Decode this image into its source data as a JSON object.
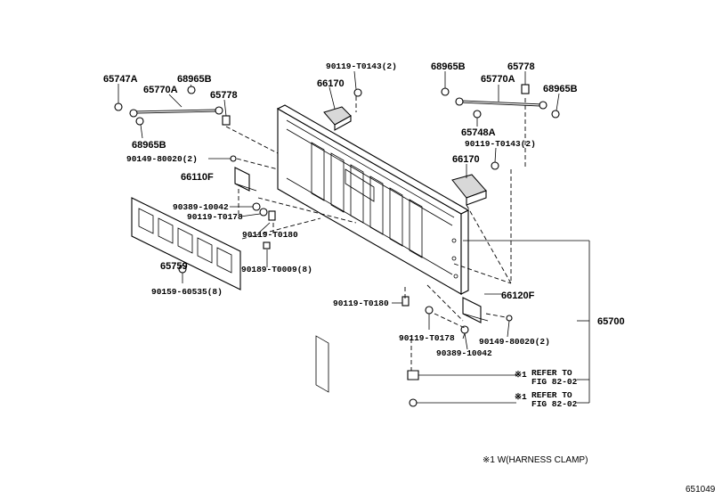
{
  "labels": {
    "p65747A": "65747A",
    "p65770A_l": "65770A",
    "p68965B_l1": "68965B",
    "p65778_l": "65778",
    "p68965B_l2": "68965B",
    "p90149_l": "90149-80020(2)",
    "p66110F": "66110F",
    "p90389_l": "90389-10042",
    "p90119_178_l": "90119-T0178",
    "p90119_180_l": "90119-T0180",
    "p65759": "65759",
    "p90189": "90189-T0009(8)",
    "p90159": "90159-60535(8)",
    "p90119_143_t": "90119-T0143(2)",
    "p66170_t": "66170",
    "p68965B_r1": "68965B",
    "p65778_r": "65778",
    "p65770A_r": "65770A",
    "p68965B_r2": "68965B",
    "p65748A": "65748A",
    "p90119_143_r": "90119-T0143(2)",
    "p66170_r": "66170",
    "p66120F": "66120F",
    "p65700": "65700",
    "p90119_180_r": "90119-T0180",
    "p90119_178_r": "90119-T0178",
    "p90149_r": "90149-80020(2)",
    "p90389_r": "90389-10042"
  },
  "refs": {
    "ref1_mark": "※1",
    "ref1_line1": "REFER TO",
    "ref1_line2": "FIG 82-02",
    "ref2_mark": "※1",
    "ref2_line1": "REFER TO",
    "ref2_line2": "FIG 82-02"
  },
  "footnote": "※1 W(HARNESS CLAMP)",
  "figure_number": "651049"
}
